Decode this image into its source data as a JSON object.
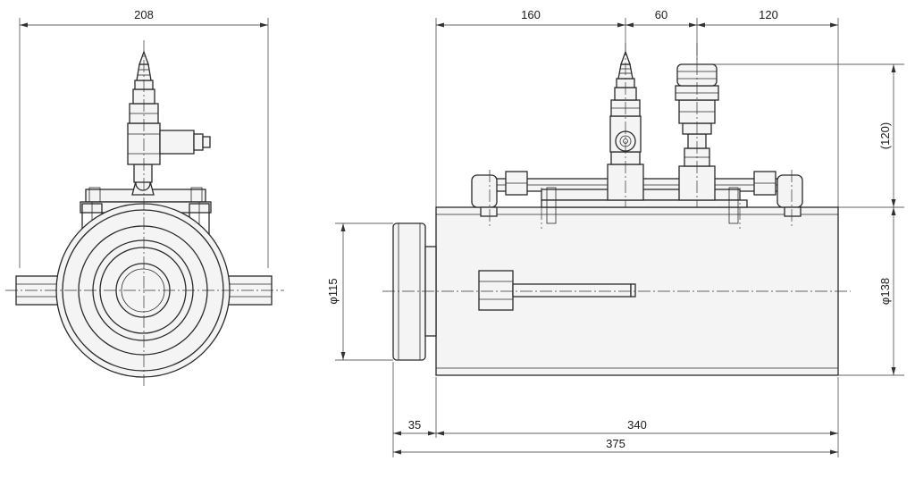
{
  "dimensions": {
    "front_width": "208",
    "top_a": "160",
    "top_b": "60",
    "top_c": "120",
    "right_height": "(120)",
    "left_diameter": "φ115",
    "right_diameter": "φ138",
    "bottom_a": "35",
    "bottom_b": "340",
    "bottom_total": "375"
  }
}
